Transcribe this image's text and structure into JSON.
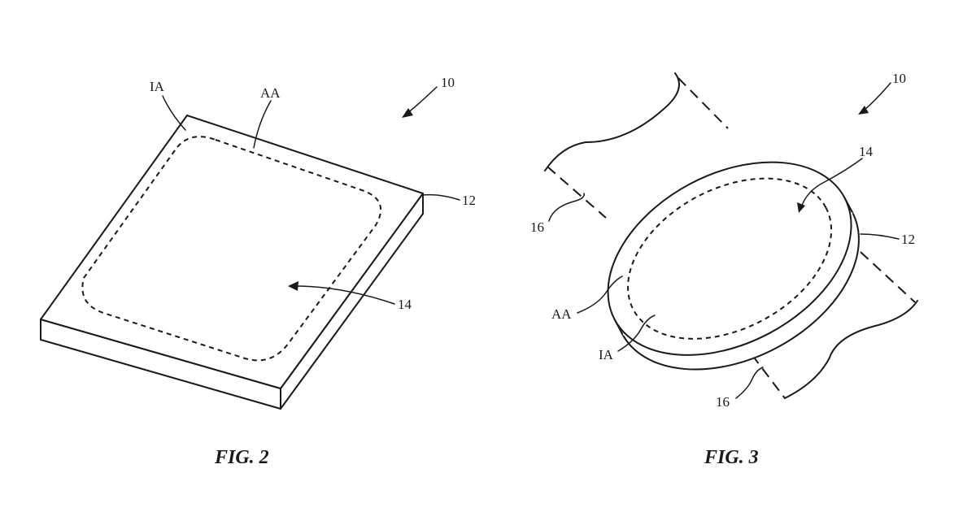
{
  "figures": [
    {
      "caption": "FIG. 2",
      "labels": {
        "device": "10",
        "inactive_area": "IA",
        "active_area": "AA",
        "housing": "12",
        "display": "14"
      }
    },
    {
      "caption": "FIG. 3",
      "labels": {
        "device": "10",
        "display": "14",
        "housing": "12",
        "active_area": "AA",
        "inactive_area": "IA",
        "band_upper": "16",
        "band_lower": "16"
      }
    }
  ],
  "icons": {
    "leader_arrow": "arrow-icon"
  }
}
